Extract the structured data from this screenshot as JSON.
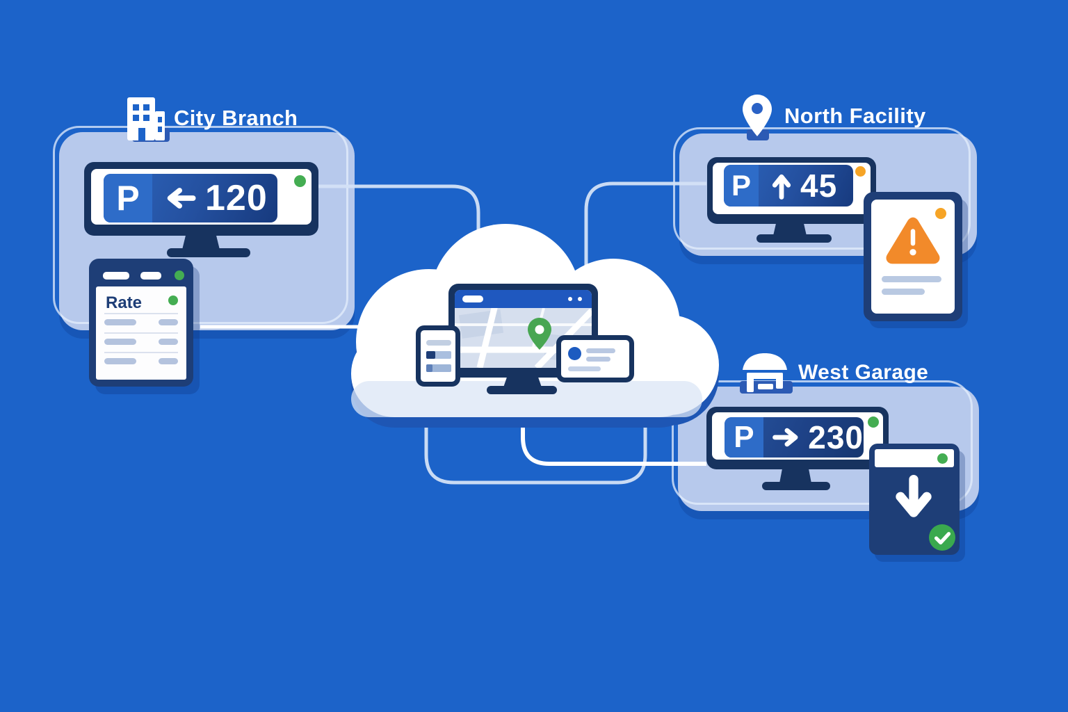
{
  "illustration": {
    "title_hint": "cloud parking guidance system",
    "background_color": "#1c63c9",
    "colors": {
      "panel_blue": "#b7c9ec",
      "navy": "#17335f",
      "card_navy": "#1e3e77",
      "sign_bright_blue": "#2e6cc8",
      "toolbar_blue": "#1f58bf",
      "green": "#44ad52",
      "orange": "#f6a426",
      "warning_orange": "#f28a2a",
      "wire_soft": "#d3e2f7",
      "wire_bright": "#ffffff"
    }
  },
  "cloud_hub": {
    "icon": "cloud-icon",
    "devices": [
      "phone",
      "monitor-with-map",
      "info-card"
    ],
    "map_pin_color": "#48a652"
  },
  "sites": [
    {
      "name": "City Branch",
      "icon": "building-icon",
      "sign": {
        "letter": "P",
        "arrow_direction": "left",
        "arrow_glyph": "←",
        "available_count": "120"
      },
      "status": "online",
      "status_dot_color": "#44ad52",
      "attachment": {
        "type": "rate-card",
        "title": "Rate",
        "status_dot_color": "#44ad52",
        "rows": 3
      }
    },
    {
      "name": "North Facility",
      "icon": "map-pin-icon",
      "sign": {
        "letter": "P",
        "arrow_direction": "up",
        "arrow_glyph": "↑",
        "available_count": "45"
      },
      "status": "warning",
      "status_dot_color": "#f6a426",
      "attachment": {
        "type": "warning-card",
        "icon": "warning-triangle-icon",
        "lines": 2
      }
    },
    {
      "name": "West Garage",
      "icon": "garage-icon",
      "sign": {
        "letter": "P",
        "arrow_direction": "right",
        "arrow_glyph": "→",
        "available_count": "230"
      },
      "status": "online",
      "status_dot_color": "#44ad52",
      "attachment": {
        "type": "download-success-card",
        "icon": "download-arrow-icon",
        "badge": "check-icon"
      }
    }
  ]
}
